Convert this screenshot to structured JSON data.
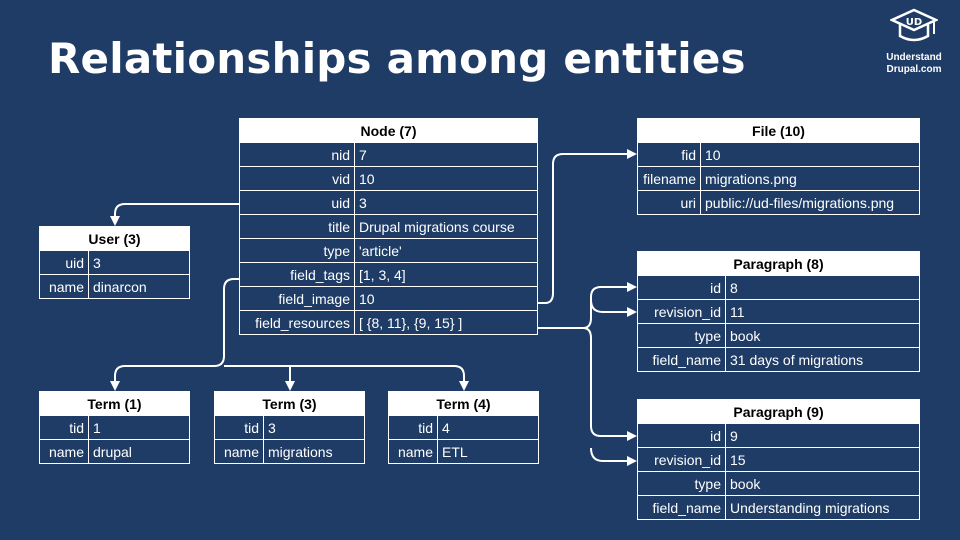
{
  "title": "Relationships among entities",
  "logo": {
    "line1": "Understand",
    "line2": "Drupal.com",
    "icon": "graduation-cap-ud-icon"
  },
  "colors": {
    "background": "#1e3c66",
    "line": "#ffffff",
    "header_bg": "#ffffff",
    "header_text": "#000000"
  },
  "tables": {
    "node": {
      "title": "Node (7)",
      "rows": [
        {
          "k": "nid",
          "v": "7"
        },
        {
          "k": "vid",
          "v": "10"
        },
        {
          "k": "uid",
          "v": "3"
        },
        {
          "k": "title",
          "v": "Drupal migrations course"
        },
        {
          "k": "type",
          "v": "'article'"
        },
        {
          "k": "field_tags",
          "v": "[1, 3, 4]"
        },
        {
          "k": "field_image",
          "v": "10"
        },
        {
          "k": "field_resources",
          "v": "[ {8, 11}, {9, 15} ]"
        }
      ]
    },
    "user": {
      "title": "User (3)",
      "rows": [
        {
          "k": "uid",
          "v": "3"
        },
        {
          "k": "name",
          "v": "dinarcon"
        }
      ]
    },
    "file": {
      "title": "File (10)",
      "rows": [
        {
          "k": "fid",
          "v": "10"
        },
        {
          "k": "filename",
          "v": "migrations.png"
        },
        {
          "k": "uri",
          "v": "public://ud-files/migrations.png"
        }
      ]
    },
    "para8": {
      "title": "Paragraph (8)",
      "rows": [
        {
          "k": "id",
          "v": "8"
        },
        {
          "k": "revision_id",
          "v": "11"
        },
        {
          "k": "type",
          "v": "book"
        },
        {
          "k": "field_name",
          "v": "31 days of migrations"
        }
      ]
    },
    "para9": {
      "title": "Paragraph (9)",
      "rows": [
        {
          "k": "id",
          "v": "9"
        },
        {
          "k": "revision_id",
          "v": "15"
        },
        {
          "k": "type",
          "v": "book"
        },
        {
          "k": "field_name",
          "v": "Understanding migrations"
        }
      ]
    },
    "term1": {
      "title": "Term (1)",
      "rows": [
        {
          "k": "tid",
          "v": "1"
        },
        {
          "k": "name",
          "v": "drupal"
        }
      ]
    },
    "term3": {
      "title": "Term (3)",
      "rows": [
        {
          "k": "tid",
          "v": "3"
        },
        {
          "k": "name",
          "v": "migrations"
        }
      ]
    },
    "term4": {
      "title": "Term (4)",
      "rows": [
        {
          "k": "tid",
          "v": "4"
        },
        {
          "k": "name",
          "v": "ETL"
        }
      ]
    }
  }
}
